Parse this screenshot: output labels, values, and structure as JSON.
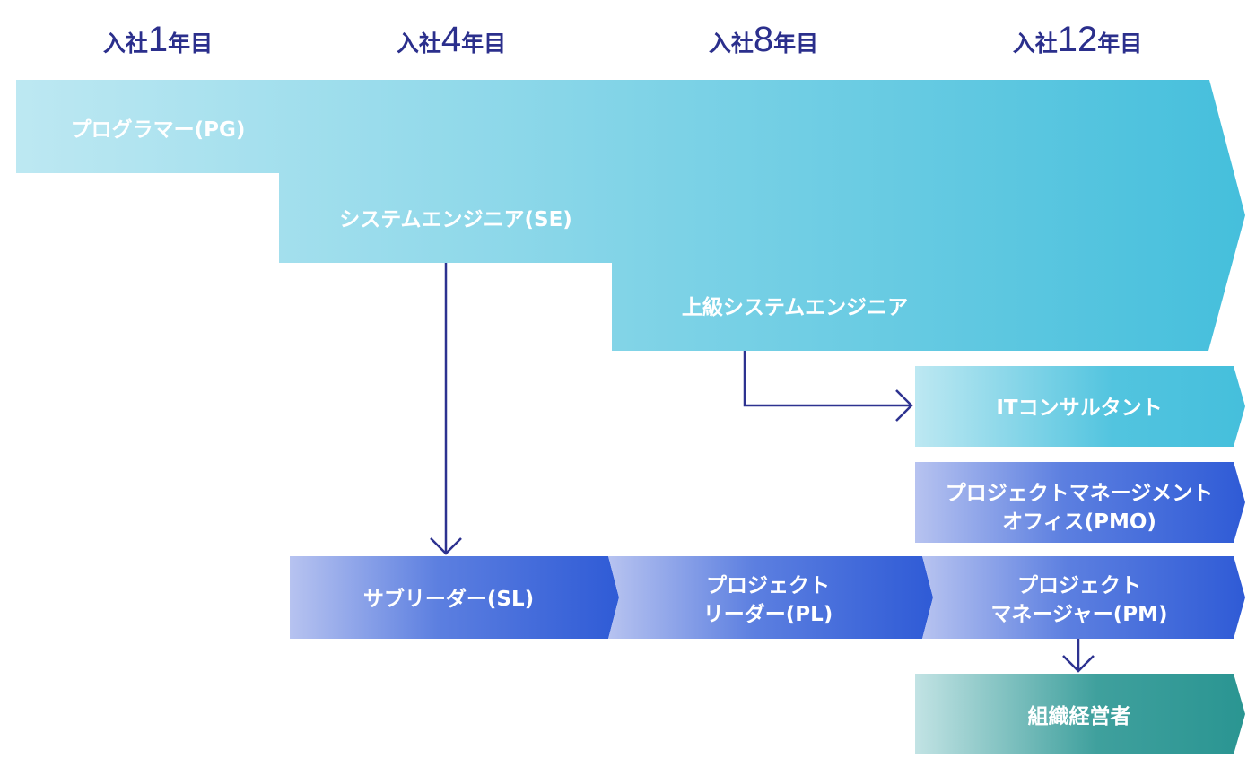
{
  "header": {
    "years": [
      {
        "prefix": "入社",
        "number": "1",
        "suffix": "年目"
      },
      {
        "prefix": "入社",
        "number": "4",
        "suffix": "年目"
      },
      {
        "prefix": "入社",
        "number": "8",
        "suffix": "年目"
      },
      {
        "prefix": "入社",
        "number": "12",
        "suffix": "年目"
      }
    ]
  },
  "main_track": {
    "programmer": "プログラマー(PG)",
    "system_engineer": "システムエンジニア(SE)",
    "senior_system_engineer": "上級システムエンジニア"
  },
  "branches": {
    "it_consultant": "ITコンサルタント",
    "pmo": [
      "プロジェクトマネージメント",
      "オフィス(PMO)"
    ]
  },
  "management_track": {
    "sub_leader": "サブリーダー(SL)",
    "project_leader": [
      "プロジェクト",
      "リーダー(PL)"
    ],
    "project_manager": [
      "プロジェクト",
      "マネージャー(PM)"
    ]
  },
  "executive": "組織経営者",
  "colors": {
    "heading": "#2b2f8c",
    "arrow": "#2d3290",
    "cyan_light": "#bde8f2",
    "cyan_dark": "#45bfdc",
    "blue_light": "#b7c3f0",
    "blue_dark": "#2f5bd6",
    "teal_light": "#c2e3e4",
    "teal_dark": "#2a9592"
  }
}
